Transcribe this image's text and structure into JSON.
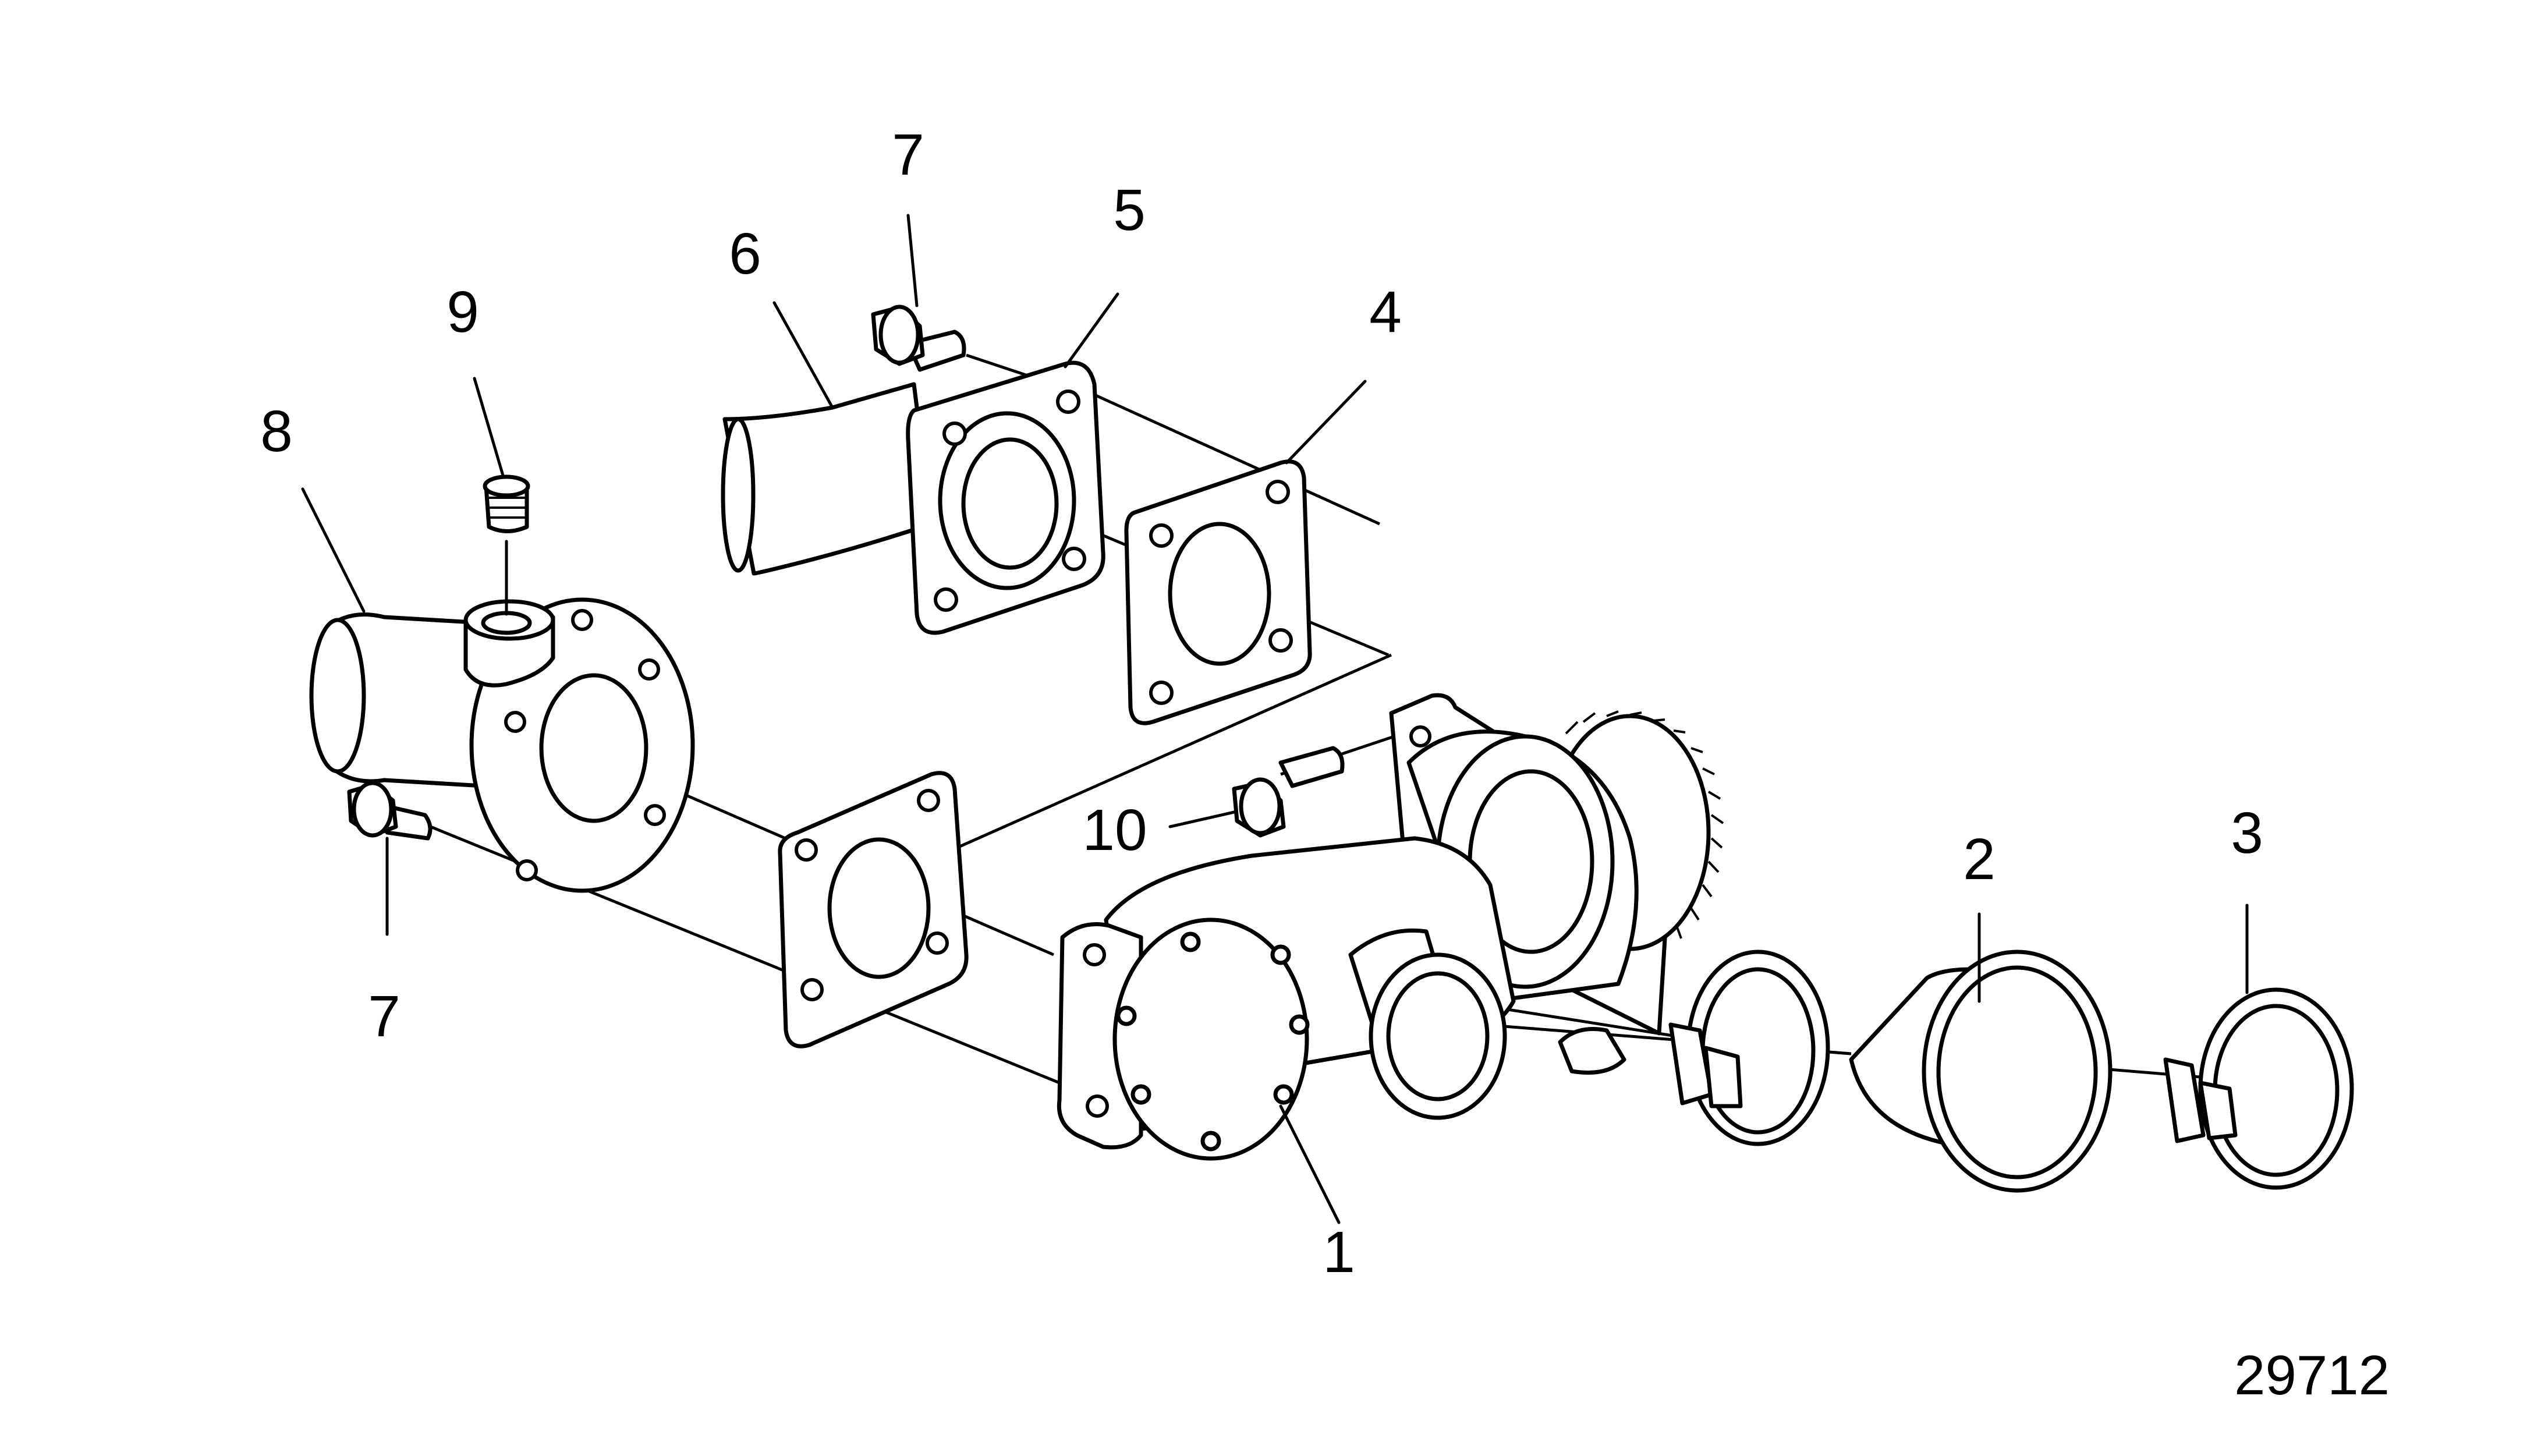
{
  "diagram": {
    "callouts": {
      "c1": "1",
      "c2": "2",
      "c3": "3",
      "c4": "4",
      "c5": "5",
      "c6": "6",
      "c7_top": "7",
      "c7_bottom": "7",
      "c8": "8",
      "c9": "9",
      "c10": "10"
    },
    "drawing_number": "29712"
  }
}
